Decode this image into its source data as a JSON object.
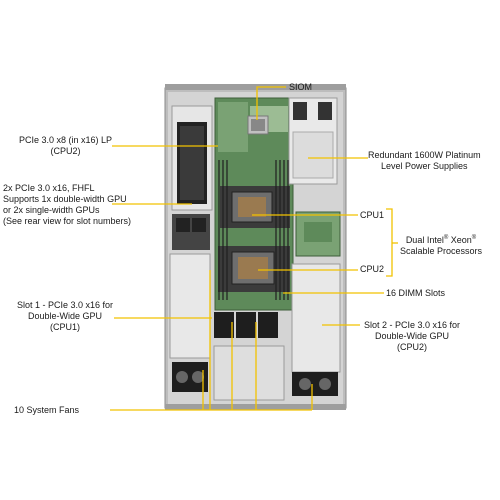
{
  "callouts": {
    "siom": "SIOM",
    "pcie_lp": [
      "PCIe 3.0 x8 (in x16) LP",
      "(CPU2)"
    ],
    "psu": [
      "Redundant  1600W Platinum",
      "Level Power Supplies"
    ],
    "fhfl": [
      "2x PCIe 3.0 x16, FHFL",
      "Supports 1x double-width GPU",
      "or 2x single-width GPUs",
      "(See rear view for slot numbers)"
    ],
    "cpu1": "CPU1",
    "cpu2": "CPU2",
    "dual_xeon": {
      "line1_pre": "Dual Intel",
      "line1_reg": "®",
      "line1_post": " Xeon",
      "line1_reg2": "®",
      "line2": "Scalable Processors"
    },
    "dimm": "16 DIMM Slots",
    "slot1": [
      "Slot 1 - PCIe 3.0 x16 for",
      "Double-Wide GPU",
      "(CPU1)"
    ],
    "slot2": [
      "Slot 2 - PCIe 3.0 x16 for",
      "Double-Wide GPU",
      "(CPU2)"
    ],
    "fans": "10 System Fans"
  },
  "colors": {
    "leader": "#f2c200",
    "chassis": "#c9c9c9",
    "board": "#5e8a5a",
    "dark": "#2a2a2a"
  }
}
